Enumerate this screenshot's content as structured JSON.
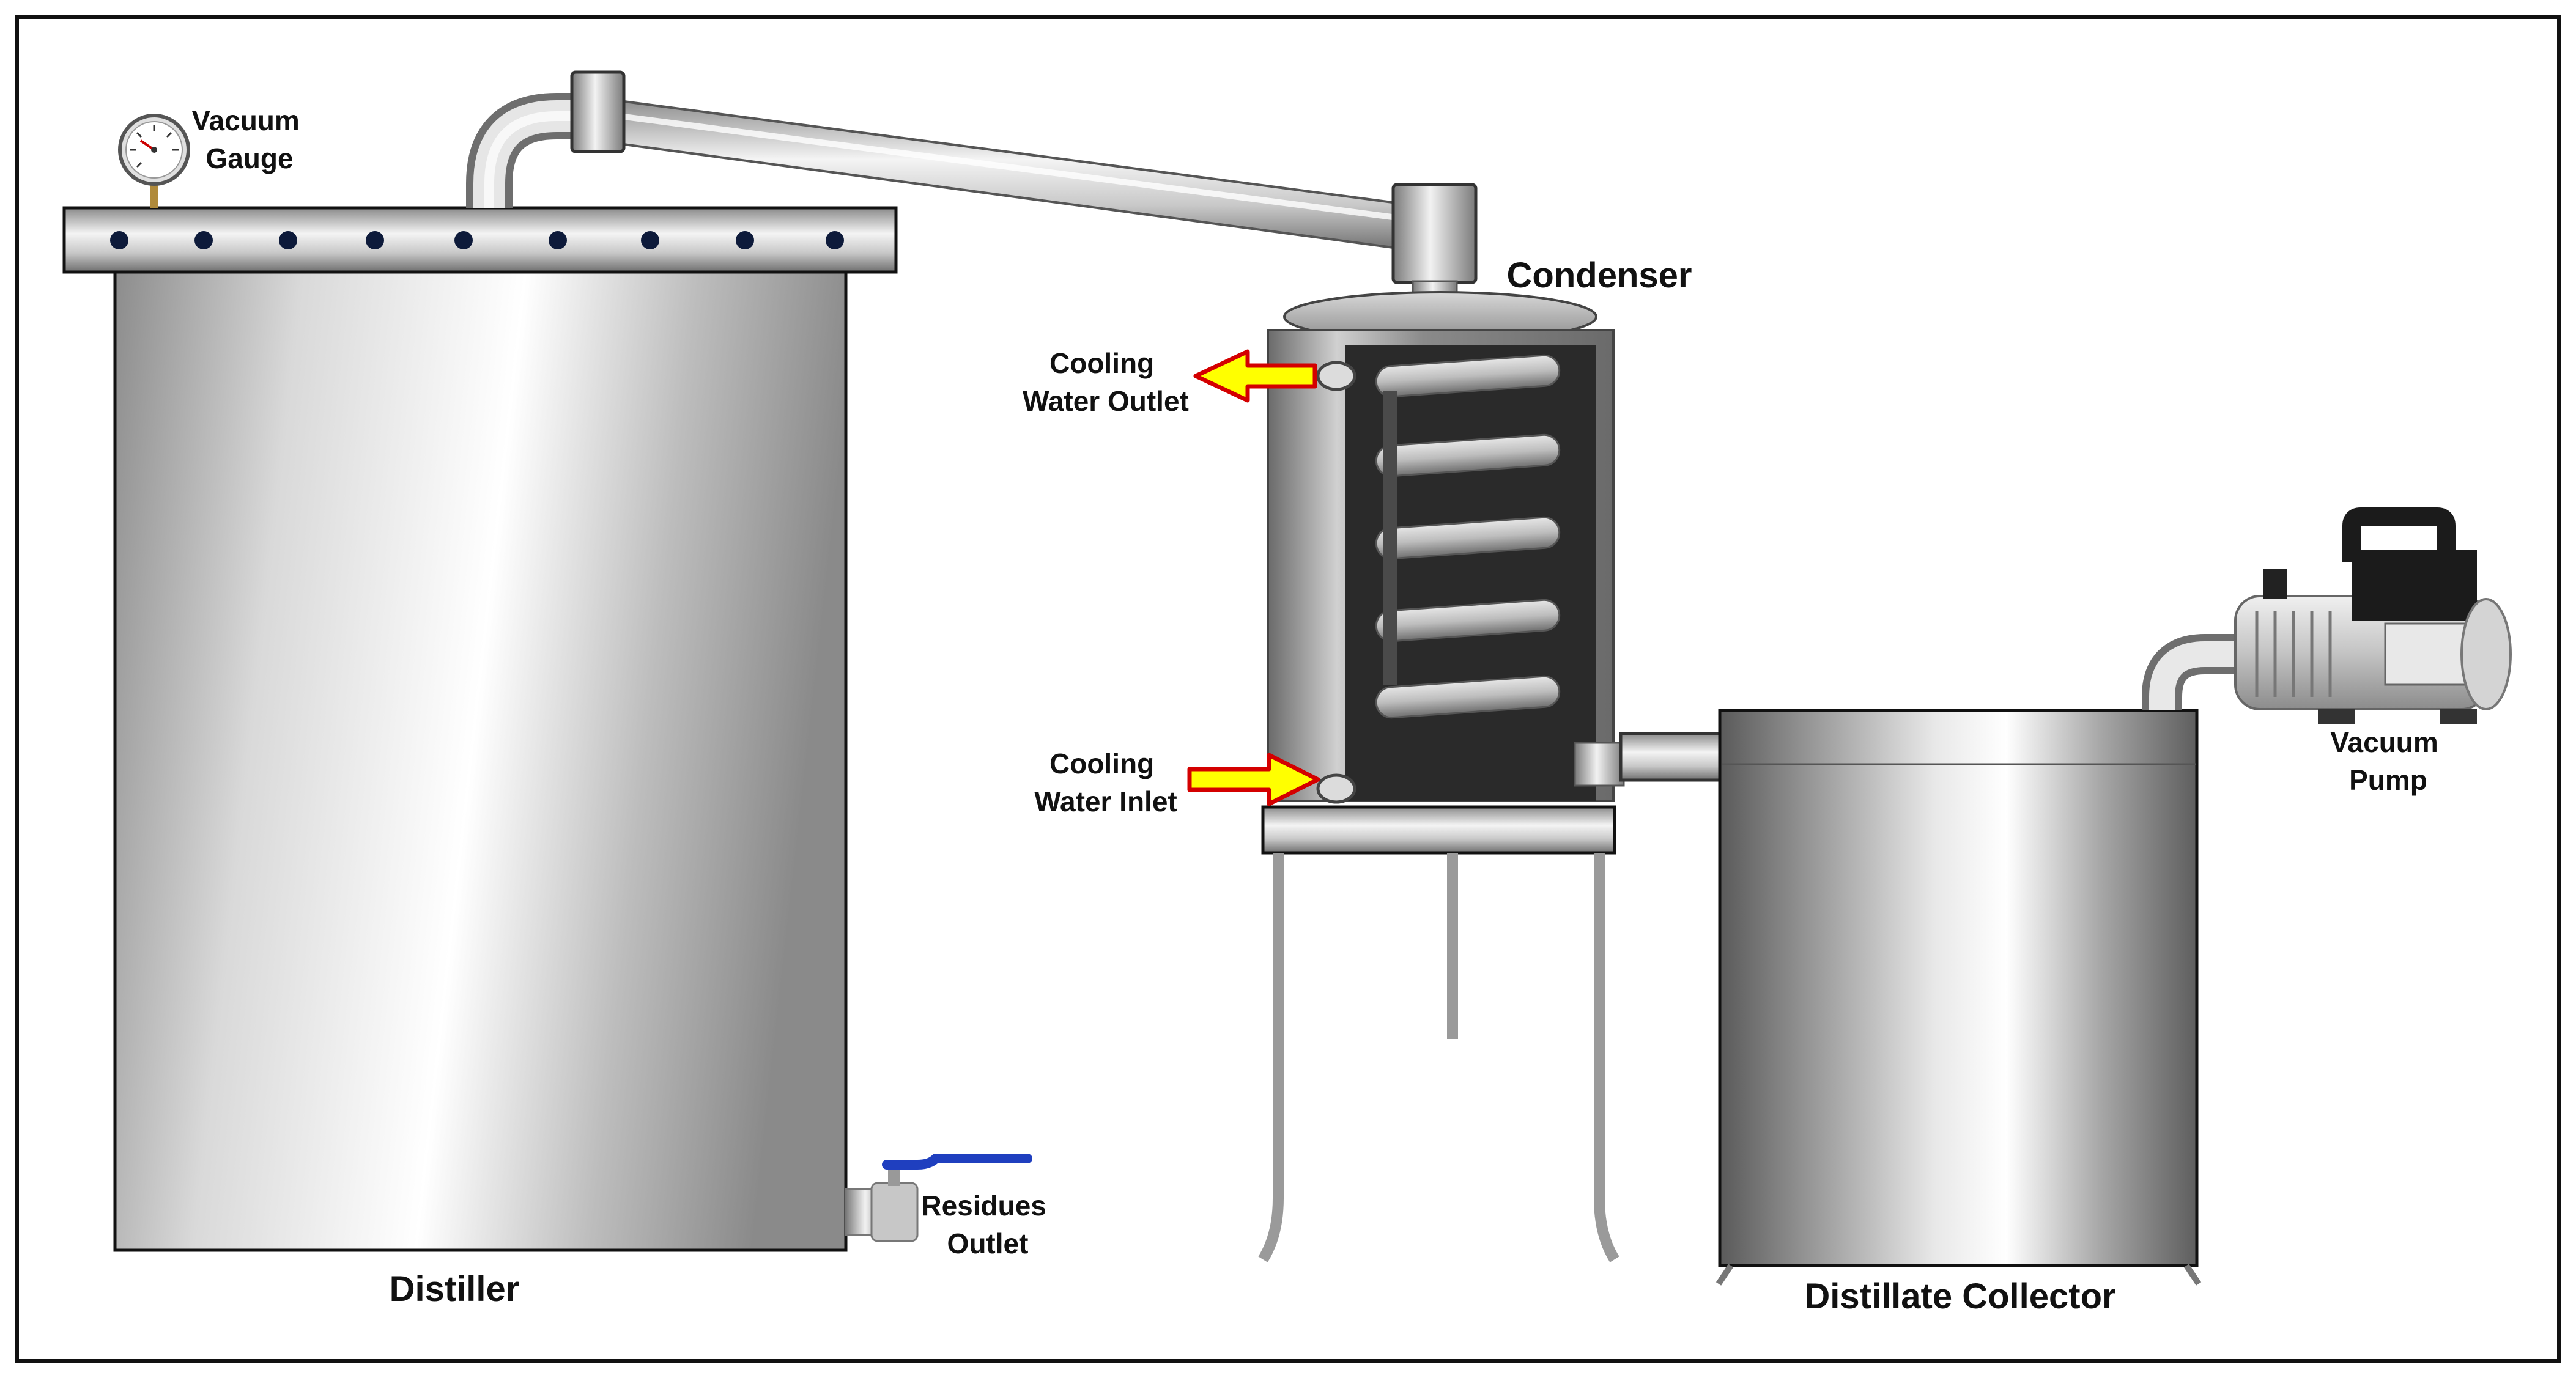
{
  "labels": {
    "vacuum_gauge": [
      "Vacuum",
      "Gauge"
    ],
    "condenser": "Condenser",
    "cooling_water_outlet": [
      "Cooling",
      "Water Outlet"
    ],
    "cooling_water_inlet": [
      "Cooling",
      "Water Inlet"
    ],
    "vacuum_pump": [
      "Vacuum",
      "Pump"
    ],
    "residues_outlet": [
      "Residues",
      "Outlet"
    ],
    "distiller": "Distiller",
    "distillate_collector": "Distillate Collector"
  },
  "colors": {
    "steel_dark": "#7a7a7a",
    "steel_light": "#f2f2f2",
    "arrow_fill": "#ffff00",
    "arrow_stroke": "#d40000",
    "valve_handle": "#1f3fbf",
    "text": "#111111"
  }
}
